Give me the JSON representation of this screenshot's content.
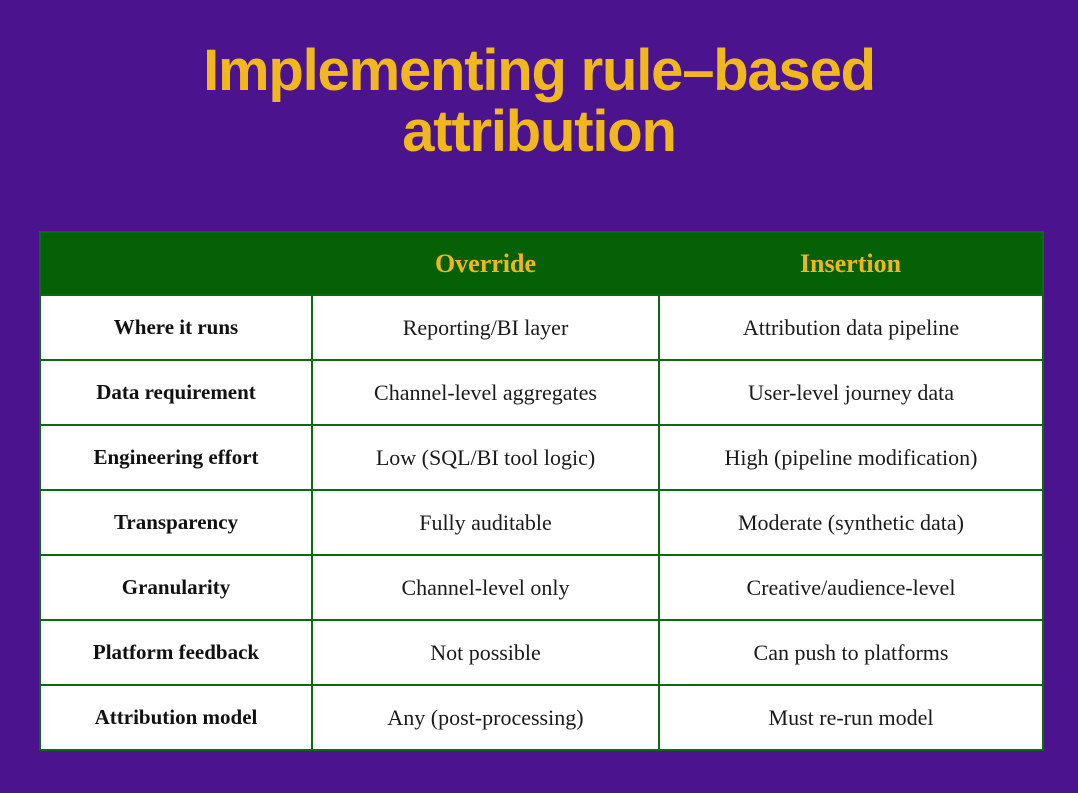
{
  "slide": {
    "background_color": "#4B148E",
    "title": "Implementing rule–based\nattribution",
    "title_color": "#F0B81E"
  },
  "table": {
    "header_bg": "#066006",
    "header_text_color": "#F0B71C",
    "border_color": "#0B6B11",
    "cell_bg": "#FFFFFF",
    "columns": [
      "",
      "Override",
      "Insertion"
    ],
    "rows": [
      {
        "label": "Where it runs",
        "override": "Reporting/BI layer",
        "insertion": "Attribution data pipeline"
      },
      {
        "label": "Data requirement",
        "override": "Channel-level aggregates",
        "insertion": "User-level journey data"
      },
      {
        "label": "Engineering effort",
        "override": "Low (SQL/BI tool logic)",
        "insertion": "High (pipeline modification)"
      },
      {
        "label": "Transparency",
        "override": "Fully auditable",
        "insertion": "Moderate (synthetic data)"
      },
      {
        "label": "Granularity",
        "override": "Channel-level only",
        "insertion": "Creative/audience-level"
      },
      {
        "label": "Platform feedback",
        "override": "Not possible",
        "insertion": "Can push to platforms"
      },
      {
        "label": "Attribution model",
        "override": "Any (post-processing)",
        "insertion": "Must re-run model"
      }
    ]
  }
}
